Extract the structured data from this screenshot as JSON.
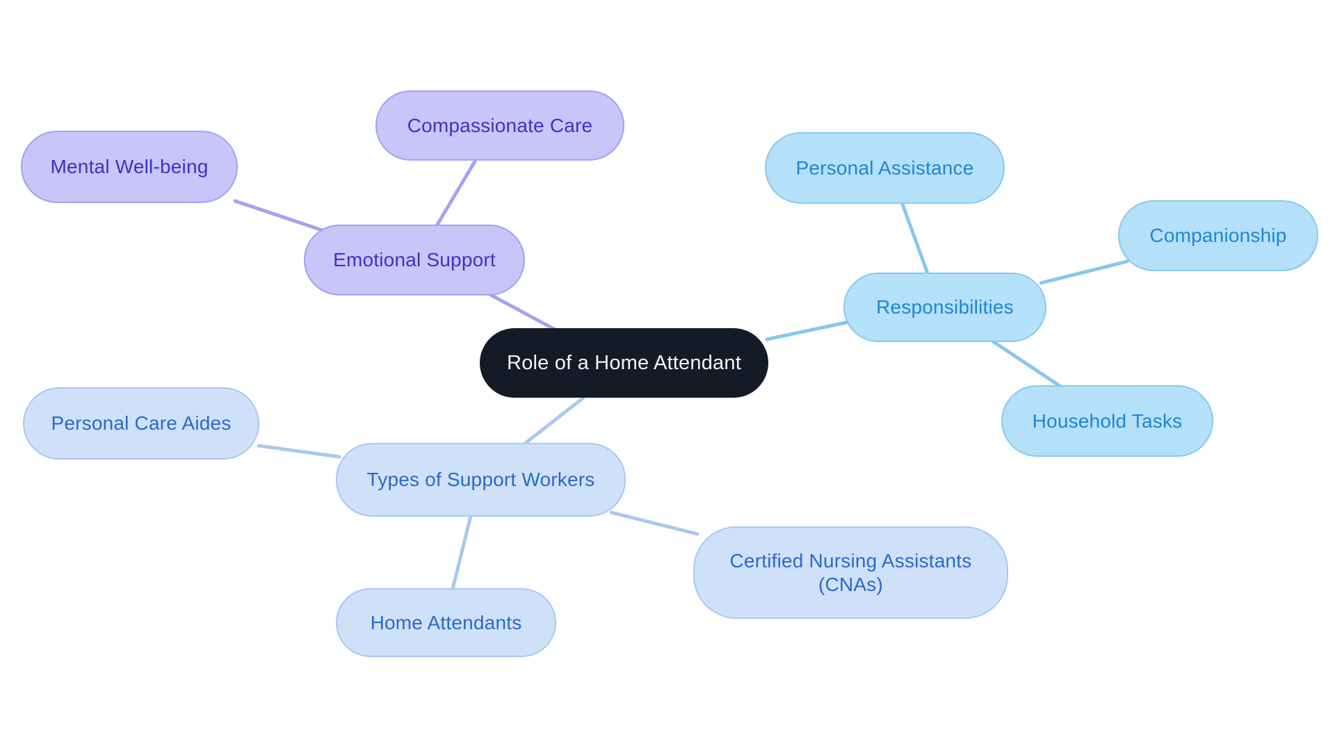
{
  "diagram": {
    "type": "mindmap",
    "background": "#ffffff",
    "root_label": "Role of a Home Attendant",
    "structure": [
      {
        "branch": "Emotional Support",
        "children": [
          "Mental Well-being",
          "Compassionate Care"
        ]
      },
      {
        "branch": "Responsibilities",
        "children": [
          "Personal Assistance",
          "Companionship",
          "Household Tasks"
        ]
      },
      {
        "branch": "Types of Support Workers",
        "children": [
          "Personal Care Aides",
          "Home Attendants",
          "Certified Nursing Assistants (CNAs)"
        ]
      }
    ]
  },
  "nodes": {
    "root": {
      "label": "Role of a Home Attendant"
    },
    "emotional_support": {
      "label": "Emotional Support"
    },
    "mental_well_being": {
      "label": "Mental Well-being"
    },
    "compassionate_care": {
      "label": "Compassionate Care"
    },
    "responsibilities": {
      "label": "Responsibilities"
    },
    "personal_assistance": {
      "label": "Personal Assistance"
    },
    "companionship": {
      "label": "Companionship"
    },
    "household_tasks": {
      "label": "Household Tasks"
    },
    "types_of_support_workers": {
      "label": "Types of Support Workers"
    },
    "personal_care_aides": {
      "label": "Personal Care Aides"
    },
    "home_attendants": {
      "label": "Home Attendants"
    },
    "certified_nursing_assistants": {
      "label": "Certified Nursing Assistants (CNAs)"
    }
  },
  "palette": {
    "root_fill": "#141b27",
    "root_text": "#f4f5f7",
    "purple_fill": "#c8c6f8",
    "purple_border": "#a4a0f1",
    "purple_text": "#3b33c4",
    "purple_edge": "#a6a2f1",
    "sky_fill": "#b5e0f9",
    "sky_border": "#88c8f0",
    "sky_text": "#1e86d2",
    "sky_edge": "#87c7f0",
    "pale_fill": "#cfe1f9",
    "pale_border": "#a9c8f0",
    "pale_text": "#2b69c7",
    "pale_edge": "#aac8f0"
  }
}
